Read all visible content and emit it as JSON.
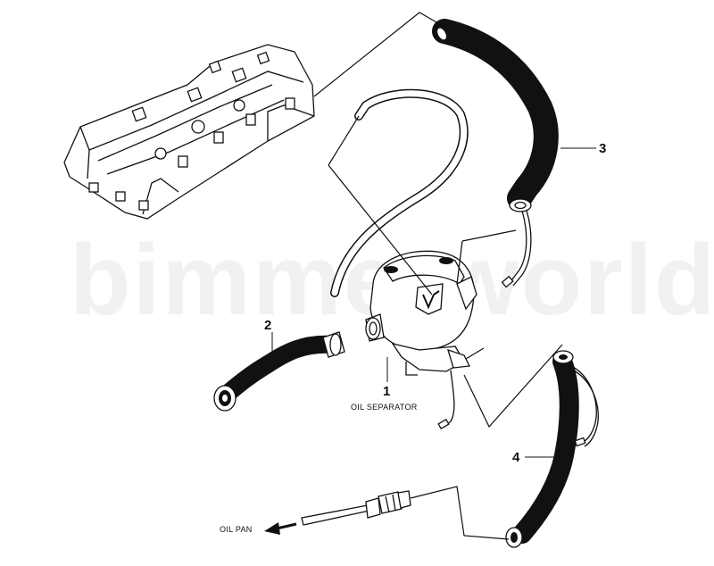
{
  "watermark": "bimmerworld",
  "labels": {
    "p1": "1",
    "p1_caption": "OIL SEPARATOR",
    "p2": "2",
    "p3": "3",
    "p4": "4",
    "oil_pan": "OIL PAN"
  },
  "colors": {
    "line": "#111111",
    "part_fill": "#ffffff",
    "hose": "#1a1a1a",
    "watermark": "#f1f1f3"
  }
}
